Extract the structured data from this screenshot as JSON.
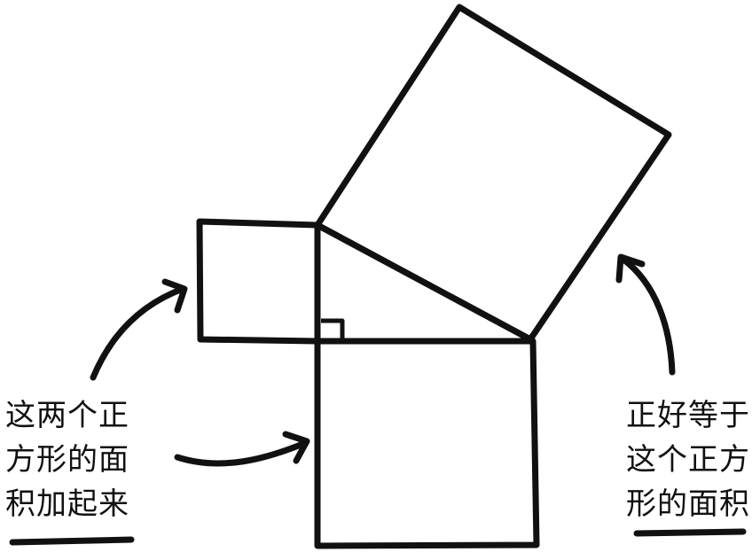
{
  "diagram": {
    "colors": {
      "background": "#ffffff",
      "ink": "#111111"
    },
    "caption_left": {
      "lines": [
        "这两个正",
        "方形的面",
        "积加起来"
      ]
    },
    "caption_right": {
      "lines": [
        "正好等于",
        "这个正方",
        "形的面积"
      ]
    }
  }
}
